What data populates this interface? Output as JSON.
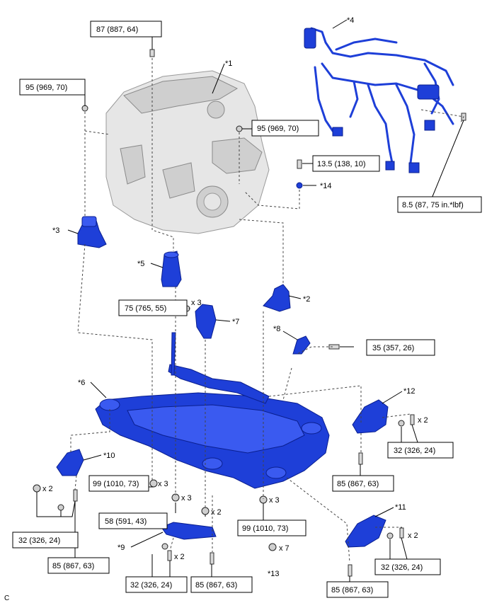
{
  "callouts": {
    "c1": "*1",
    "c2": "*2",
    "c3": "*3",
    "c4": "*4",
    "c5": "*5",
    "c6": "*6",
    "c7": "*7",
    "c8": "*8",
    "c9": "*9",
    "c10": "*10",
    "c11": "*11",
    "c12": "*12",
    "c13": "*13",
    "c14": "*14"
  },
  "torques": {
    "t87_top": "87 (887, 64)",
    "t95_left": "95 (969, 70)",
    "t95_mid": "95 (969, 70)",
    "t13_5": "13.5 (138, 10)",
    "t8_5": "8.5 (87, 75 in.*lbf)",
    "t75": "75 (765, 55)",
    "t35": "35 (357, 26)",
    "t99_left": "99 (1010, 73)",
    "t58": "58 (591, 43)",
    "t99_right": "99 (1010, 73)",
    "t32_left": "32 (326, 24)",
    "t85_left": "85 (867, 63)",
    "t32_mid": "32 (326, 24)",
    "t85_mid": "85 (867, 63)",
    "t32_r12": "32 (326, 24)",
    "t85_r12": "85 (867, 63)",
    "t32_r11": "32 (326, 24)",
    "t85_r11": "85 (867, 63)"
  },
  "quantities": {
    "q75": "x 3",
    "q99_left": "x 3",
    "q58_a": "x 3",
    "q58_b": "x 2",
    "q99_right": "x 3",
    "q13": "x 7",
    "q10": "x 2",
    "q9": "x 2",
    "q12": "x 2",
    "q11": "x 2"
  },
  "figure_code": "C",
  "colors": {
    "part": "#1e3fd8",
    "engine": "#e6e6e6"
  }
}
